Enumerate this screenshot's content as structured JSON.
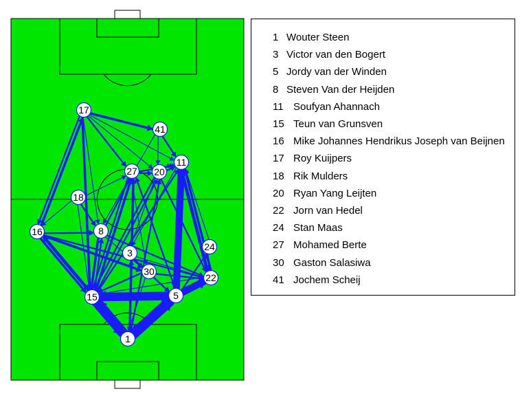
{
  "colors": {
    "pitch": "#00e600",
    "lines": "#000000",
    "edges": "#1a1aff",
    "node_fill": "#ffffff"
  },
  "players": [
    {
      "number": "1",
      "name": "Wouter Steen"
    },
    {
      "number": "3",
      "name": "Victor van den Bogert"
    },
    {
      "number": "5",
      "name": "Jordy van der Winden"
    },
    {
      "number": "8",
      "name": "Steven Van der Heijden"
    },
    {
      "number": "11",
      "name": "Soufyan Ahannach"
    },
    {
      "number": "15",
      "name": "Teun van Grunsven"
    },
    {
      "number": "16",
      "name": "Mike Johannes Hendrikus Joseph van Beijnen"
    },
    {
      "number": "17",
      "name": "Roy Kuijpers"
    },
    {
      "number": "18",
      "name": "Rik Mulders"
    },
    {
      "number": "20",
      "name": "Ryan Yang Leijten"
    },
    {
      "number": "22",
      "name": "Jorn van Hedel"
    },
    {
      "number": "24",
      "name": "Stan Maas"
    },
    {
      "number": "27",
      "name": "Mohamed Berte"
    },
    {
      "number": "30",
      "name": "Gaston Salasiwa"
    },
    {
      "number": "41",
      "name": "Jochem Scheij"
    }
  ],
  "passes": [
    {
      "from": "1",
      "to": "15",
      "weight": 9
    },
    {
      "from": "15",
      "to": "1",
      "weight": 8
    },
    {
      "from": "1",
      "to": "5",
      "weight": 9
    },
    {
      "from": "5",
      "to": "1",
      "weight": 8
    },
    {
      "from": "15",
      "to": "5",
      "weight": 7
    },
    {
      "from": "5",
      "to": "15",
      "weight": 6
    },
    {
      "from": "5",
      "to": "11",
      "weight": 5
    },
    {
      "from": "11",
      "to": "5",
      "weight": 4
    },
    {
      "from": "5",
      "to": "22",
      "weight": 5
    },
    {
      "from": "22",
      "to": "5",
      "weight": 4
    },
    {
      "from": "15",
      "to": "16",
      "weight": 4
    },
    {
      "from": "16",
      "to": "15",
      "weight": 3
    },
    {
      "from": "16",
      "to": "17",
      "weight": 3
    },
    {
      "from": "17",
      "to": "16",
      "weight": 2
    },
    {
      "from": "17",
      "to": "41",
      "weight": 3
    },
    {
      "from": "17",
      "to": "27",
      "weight": 2
    },
    {
      "from": "17",
      "to": "15",
      "weight": 3
    },
    {
      "from": "11",
      "to": "22",
      "weight": 4
    },
    {
      "from": "22",
      "to": "11",
      "weight": 3
    },
    {
      "from": "41",
      "to": "11",
      "weight": 2
    },
    {
      "from": "27",
      "to": "11",
      "weight": 2
    },
    {
      "from": "20",
      "to": "11",
      "weight": 2
    },
    {
      "from": "3",
      "to": "30",
      "weight": 2
    },
    {
      "from": "30",
      "to": "22",
      "weight": 2
    },
    {
      "from": "8",
      "to": "15",
      "weight": 3
    },
    {
      "from": "15",
      "to": "8",
      "weight": 2
    },
    {
      "from": "16",
      "to": "30",
      "weight": 3
    },
    {
      "from": "16",
      "to": "22",
      "weight": 2
    },
    {
      "from": "16",
      "to": "8",
      "weight": 2
    },
    {
      "from": "8",
      "to": "27",
      "weight": 2
    },
    {
      "from": "8",
      "to": "22",
      "weight": 2
    },
    {
      "from": "1",
      "to": "27",
      "weight": 3
    },
    {
      "from": "1",
      "to": "20",
      "weight": 2
    },
    {
      "from": "1",
      "to": "3",
      "weight": 2
    },
    {
      "from": "3",
      "to": "5",
      "weight": 2
    },
    {
      "from": "15",
      "to": "27",
      "weight": 3
    },
    {
      "from": "15",
      "to": "20",
      "weight": 2
    },
    {
      "from": "15",
      "to": "11",
      "weight": 2
    },
    {
      "from": "5",
      "to": "27",
      "weight": 2
    },
    {
      "from": "5",
      "to": "24",
      "weight": 2
    },
    {
      "from": "27",
      "to": "20",
      "weight": 2
    },
    {
      "from": "18",
      "to": "8",
      "weight": 2
    },
    {
      "from": "18",
      "to": "16",
      "weight": 1
    },
    {
      "from": "18",
      "to": "27",
      "weight": 1
    },
    {
      "from": "20",
      "to": "22",
      "weight": 2
    },
    {
      "from": "24",
      "to": "22",
      "weight": 1
    },
    {
      "from": "41",
      "to": "20",
      "weight": 1
    },
    {
      "from": "17",
      "to": "11",
      "weight": 1
    },
    {
      "from": "17",
      "to": "20",
      "weight": 1
    },
    {
      "from": "11",
      "to": "3",
      "weight": 1
    },
    {
      "from": "30",
      "to": "1",
      "weight": 1
    },
    {
      "from": "30",
      "to": "15",
      "weight": 2
    },
    {
      "from": "3",
      "to": "22",
      "weight": 1
    },
    {
      "from": "16",
      "to": "1",
      "weight": 1
    },
    {
      "from": "27",
      "to": "15",
      "weight": 2
    },
    {
      "from": "20",
      "to": "15",
      "weight": 2
    },
    {
      "from": "22",
      "to": "15",
      "weight": 1
    },
    {
      "from": "11",
      "to": "20",
      "weight": 1
    },
    {
      "from": "20",
      "to": "3",
      "weight": 1
    },
    {
      "from": "27",
      "to": "30",
      "weight": 1
    },
    {
      "from": "18",
      "to": "15",
      "weight": 1
    },
    {
      "from": "8",
      "to": "30",
      "weight": 1
    },
    {
      "from": "41",
      "to": "8",
      "weight": 1
    },
    {
      "from": "24",
      "to": "11",
      "weight": 1
    },
    {
      "from": "17",
      "to": "8",
      "weight": 1
    }
  ]
}
